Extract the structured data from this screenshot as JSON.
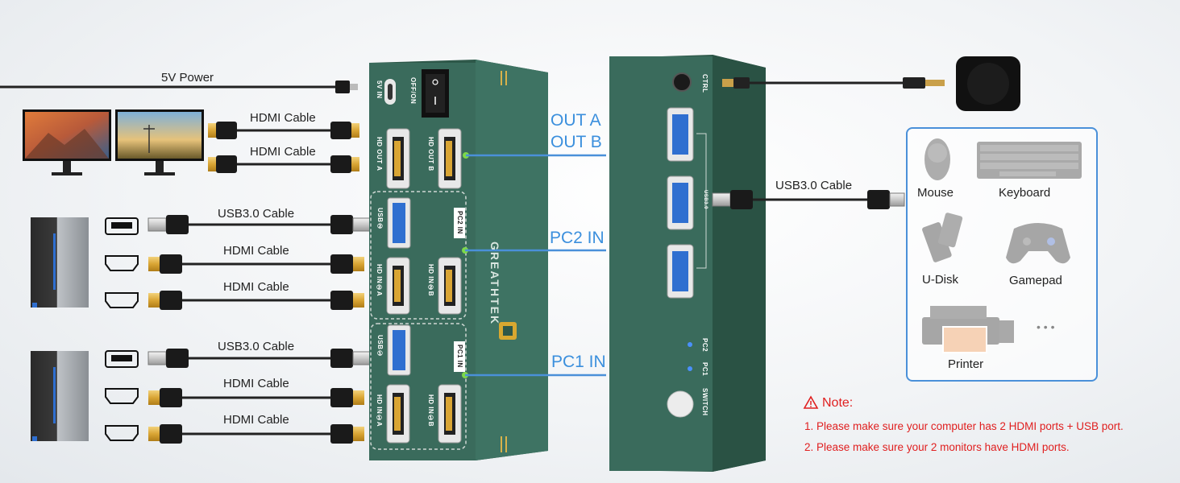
{
  "power_label": "5V Power",
  "cables": {
    "hdmi_1": "HDMI Cable",
    "hdmi_2": "HDMI Cable",
    "pc2_usb": "USB3.0 Cable",
    "pc2_hdmi_a": "HDMI Cable",
    "pc2_hdmi_b": "HDMI Cable",
    "pc1_usb": "USB3.0 Cable",
    "pc1_hdmi_a": "HDMI Cable",
    "pc1_hdmi_b": "HDMI Cable",
    "usb_hub": "USB3.0 Cable"
  },
  "ports": {
    "out_a": "OUT A",
    "out_b": "OUT B",
    "pc2_in": "PC2 IN",
    "pc1_in": "PC1 IN"
  },
  "left_unit": {
    "dc_in": "5V IN",
    "power_switch": "OFF/ON",
    "hd_out_a": "HD OUT A",
    "hd_out_b": "HD OUT B",
    "usb_pc2": "USB②",
    "pc2_in_tag": "PC2 IN",
    "hd_in2a": "HD IN②A",
    "hd_in2b": "HD IN②B",
    "usb_pc1": "USB①",
    "pc1_in_tag": "PC1 IN",
    "hd_in1a": "HD IN①A",
    "hd_in1b": "HD IN①B",
    "brand": "GREATHTEK"
  },
  "right_unit": {
    "ctrl": "CTRL",
    "usb_group": "USB3.0",
    "led_pc2": "PC2",
    "led_pc1": "PC1",
    "switch": "SWITCH"
  },
  "devices": {
    "mouse": "Mouse",
    "keyboard": "Keyboard",
    "udisk": "U-Disk",
    "gamepad": "Gamepad",
    "printer": "Printer",
    "more": "• • •"
  },
  "note": {
    "title": "Note:",
    "line1": "1. Please make sure your computer has 2 HDMI ports + USB port.",
    "line2": "2. Please make sure your 2 monitors have HDMI ports."
  },
  "colors": {
    "device_green": "#3f7262",
    "accent_blue": "#3b8fdd",
    "note_red": "#e02020",
    "port_blue": "#2f6fd0"
  }
}
